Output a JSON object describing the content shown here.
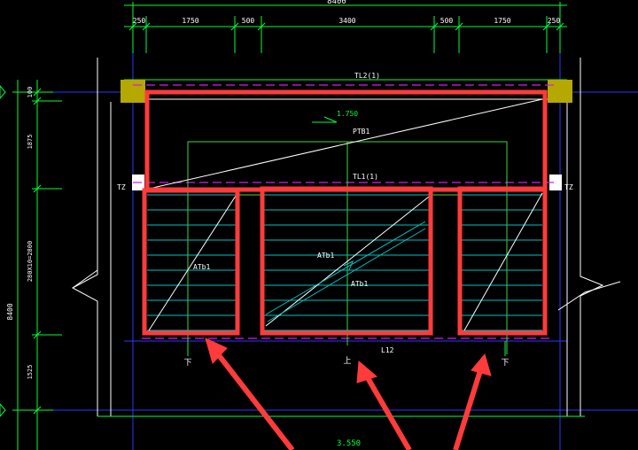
{
  "colors": {
    "background": "#000000",
    "dimension": "#00ff3c",
    "axis": "#2a38ff",
    "wall": "#ffffff",
    "column": "#b5a800",
    "step": "#00c2c2",
    "beam": "#d21cf5",
    "annotation": "#ff3b3b",
    "outline": "#3fd63f"
  },
  "dimensions": {
    "top_total": "8400",
    "top": [
      "250",
      "1750",
      "500",
      "3400",
      "500",
      "1750",
      "250"
    ],
    "left_total": "8400",
    "left": [
      "100",
      "1875",
      "280X10=2800",
      "1525"
    ]
  },
  "labels": {
    "top_beam": "TL2(1)",
    "landing_elev": "1.750",
    "landing_slab": "PTB1",
    "mid_beam": "TL1(1)",
    "column_left": "TZ",
    "column_right": "TZ",
    "flight_left": "ATb1",
    "flight_mid_a": "ATb1",
    "flight_mid_b": "ATb1",
    "bottom_beam": "L12",
    "dir_left": "下",
    "dir_mid": "上",
    "dir_right": "下",
    "bottom_elev": "3.550"
  }
}
